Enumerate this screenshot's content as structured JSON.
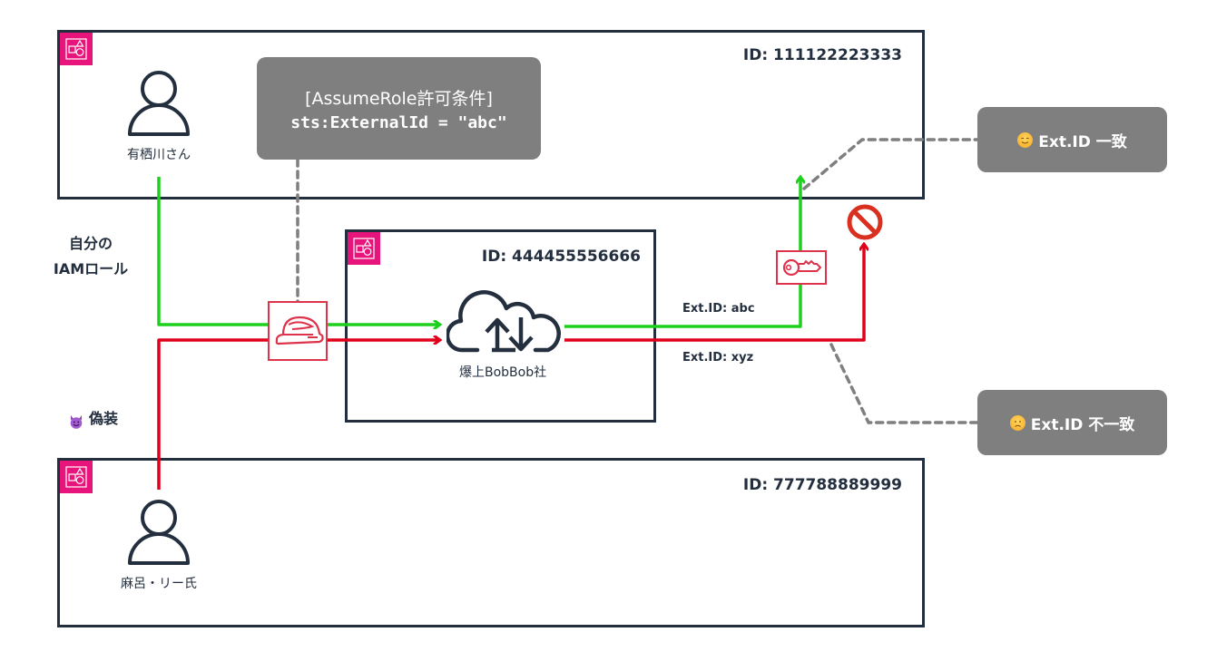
{
  "colors": {
    "account_border": "#232f3e",
    "account_icon_bg": "#e7157b",
    "callout_bg": "#7f7f7f",
    "allow_path": "#1ed01e",
    "deny_path": "#e0001a",
    "connector_dashed": "#7f7f7f",
    "iam_icon": "#dd344c"
  },
  "accounts": [
    {
      "id_label": "ID: 111122223333",
      "icon": "account-group-icon",
      "user": {
        "label": "有栖川さん",
        "icon": "user-icon"
      }
    },
    {
      "id_label": "ID: 444455556666",
      "icon": "account-group-icon",
      "service": {
        "label": "爆上BobBob社",
        "icon": "cloud-upload-download-icon"
      }
    },
    {
      "id_label": "ID: 777788889999",
      "icon": "account-group-icon",
      "user": {
        "label": "麻呂・リー氏",
        "icon": "user-icon"
      }
    }
  ],
  "policy_callout": {
    "title": "[AssumeRole許可条件]",
    "condition": "sts:ExternalId = \"abc\""
  },
  "side_labels": {
    "own_role_line1": "自分の",
    "own_role_line2": "IAMロール",
    "disguise": "偽装",
    "disguise_icon": "smiling-devil-emoji"
  },
  "ext_ids": {
    "match": "Ext.ID: abc",
    "mismatch": "Ext.ID: xyz"
  },
  "results": {
    "match": {
      "label": "Ext.ID 一致",
      "icon": "smiling-face-emoji"
    },
    "mismatch": {
      "label": "Ext.ID 不一致",
      "icon": "frowning-face-emoji"
    }
  },
  "icons": {
    "role": "iam-role-helmet-icon",
    "key": "iam-key-icon",
    "deny": "prohibited-icon"
  }
}
